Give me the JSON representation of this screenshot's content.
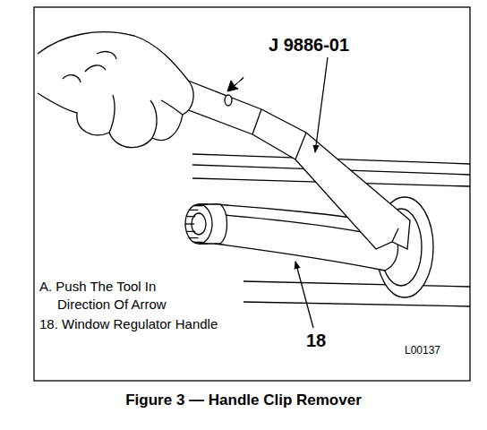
{
  "diagram": {
    "caption": "Figure 3 — Handle Clip Remover",
    "labels": [
      "J 9886-01",
      "A. Push The Tool In Direction Of Arrow",
      "18. Window Regulator Handle",
      "18",
      "L00137"
    ]
  }
}
